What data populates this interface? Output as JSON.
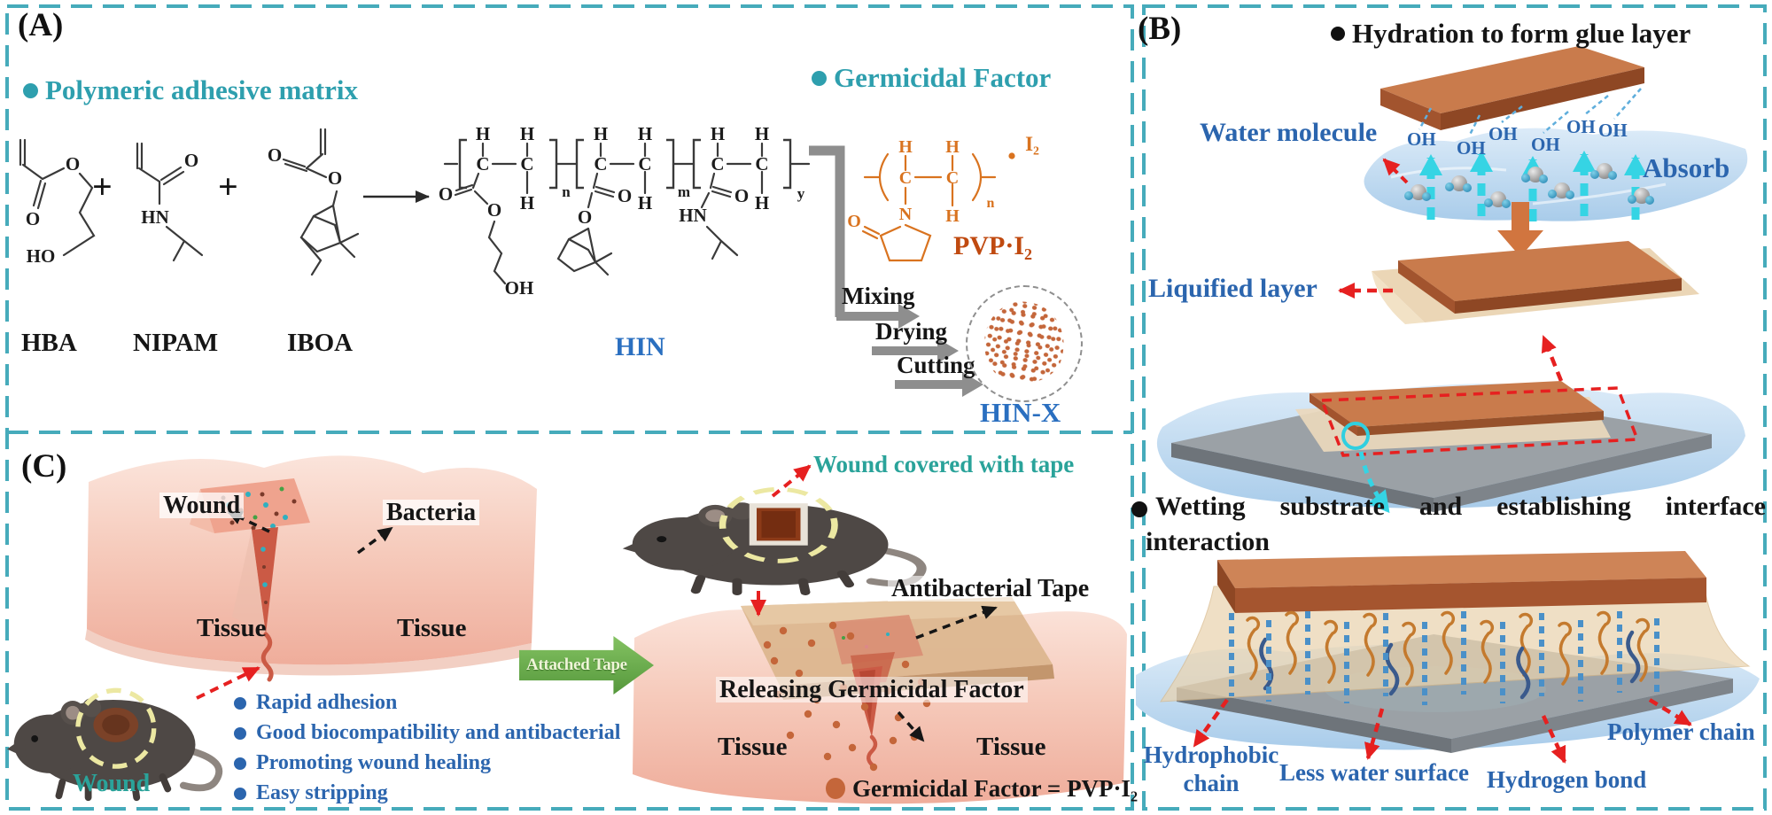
{
  "figure": {
    "panelA": {
      "tag": "(A)",
      "adhesive_title": "Polymeric adhesive matrix",
      "germicidal_title": "Germicidal Factor",
      "monomer_labels": [
        "HBA",
        "NIPAM",
        "IBOA"
      ],
      "plus": "+",
      "polymer_label": "HIN",
      "pvp_label": "PVP·I₂",
      "iodine_superscript": "I₂",
      "process_steps": [
        "Mixing",
        "Drying",
        "Cutting"
      ],
      "product_label": "HIN-X",
      "atoms": {
        "H": "H",
        "C": "C",
        "O": "O",
        "N": "N",
        "HN": "HN",
        "HO": "HO",
        "OH": "OH"
      },
      "subscripts": {
        "n": "n",
        "m": "m",
        "y": "y"
      }
    },
    "panelB": {
      "tag": "(B)",
      "hydration_title": "Hydration to form glue layer",
      "water_molecule_label": "Water molecule",
      "oh_label": "OH",
      "absorb_label": "Absorb",
      "liquified_label": "Liquified layer",
      "wetting_title_line1": "Wetting substrate and establishing interface",
      "wetting_title_line2": "interaction",
      "hydrophobic_label_line1": "Hydrophobic",
      "hydrophobic_label_line2": "chain",
      "less_water_label": "Less water surface",
      "hydrogen_bond_label": "Hydrogen bond",
      "polymer_chain_label": "Polymer chain"
    },
    "panelC": {
      "tag": "(C)",
      "wound_label": "Wound",
      "bacteria_label": "Bacteria",
      "tissue_label": "Tissue",
      "mouse_wound_label": "Wound",
      "wound_covered_label": "Wound covered with tape",
      "attached_tape_label": "Attached Tape",
      "antibacterial_tape_label": "Antibacterial Tape",
      "releasing_label": "Releasing Germicidal Factor",
      "benefits": [
        "Rapid adhesion",
        "Good biocompatibility and antibacterial",
        "Promoting wound healing",
        "Easy stripping"
      ],
      "legend_label": "Germicidal Factor = PVP·I₂"
    },
    "colors": {
      "border_teal": "#46ABBB",
      "heading_teal": "#2E9FAE",
      "annotation_blue": "#2B65AE",
      "structure_orange": "#D9731F",
      "pvp_label_orange": "#C04A10",
      "hin_blue": "#2A6FC0",
      "attached_tape_green": "#5DA83F",
      "tape_brown": "#C97B4C",
      "germicidal_dot": "#C4663A",
      "wound_teal": "#2AA39A",
      "arrow_red": "#E62020",
      "arrow_cyan": "#35D4E4"
    }
  }
}
